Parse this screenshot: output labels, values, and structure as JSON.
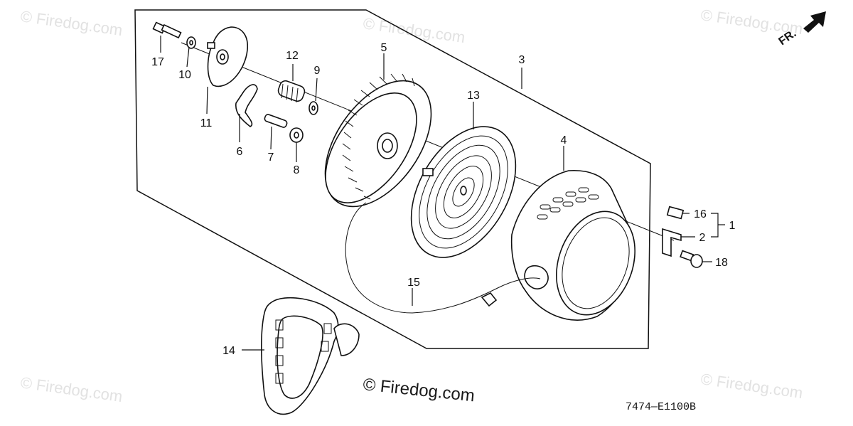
{
  "watermarks": {
    "corner_text": "© Firedog.com",
    "center_text": "© Firedog.com"
  },
  "drawing_code": "7474—E1100B",
  "front_arrow_label": "FR.",
  "callouts": {
    "c1": "1",
    "c2": "2",
    "c3": "3",
    "c4": "4",
    "c5": "5",
    "c6": "6",
    "c7": "7",
    "c8": "8",
    "c9": "9",
    "c10": "10",
    "c11": "11",
    "c12": "12",
    "c13": "13",
    "c14": "14",
    "c15": "15",
    "c16": "16",
    "c17": "17",
    "c18": "18"
  }
}
